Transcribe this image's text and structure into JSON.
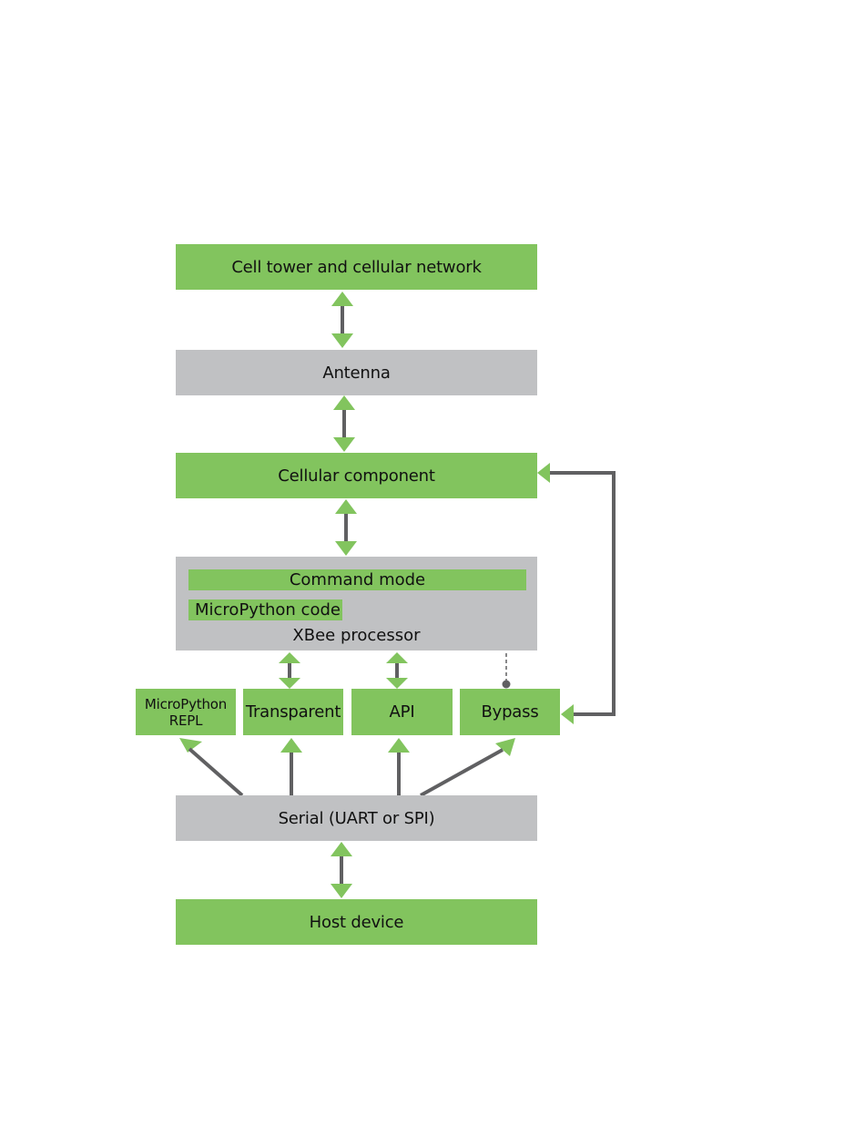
{
  "colors": {
    "green": "#82c45e",
    "gray": "#c0c1c3",
    "connector": "#606062"
  },
  "nodes": {
    "cell_tower": "Cell tower and cellular network",
    "antenna": "Antenna",
    "cellular_component": "Cellular component",
    "command_mode": "Command mode",
    "micropython_code": "MicroPython code",
    "xbee_processor": "XBee processor",
    "micropython_repl_line1": "MicroPython",
    "micropython_repl_line2": "REPL",
    "transparent": "Transparent",
    "api": "API",
    "bypass": "Bypass",
    "serial": "Serial (UART or SPI)",
    "host_device": "Host device"
  }
}
